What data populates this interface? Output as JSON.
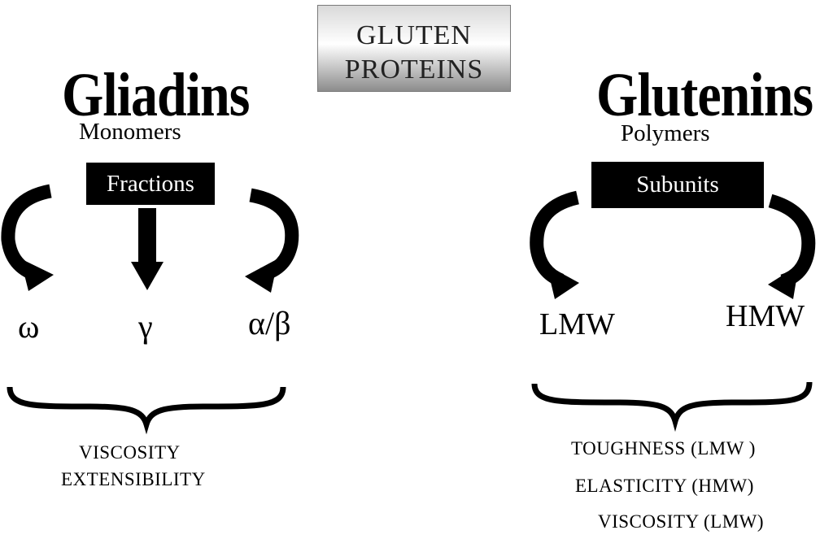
{
  "title": {
    "line1": "GLUTEN",
    "line2": "PROTEINS"
  },
  "left": {
    "heading": "Gliadins",
    "subheading": "Monomers",
    "box_label": "Fractions",
    "fractions": [
      "ω",
      "γ",
      "α/β"
    ],
    "properties": [
      "VISCOSITY",
      "EXTENSIBILITY"
    ]
  },
  "right": {
    "heading": "Glutenins",
    "subheading": "Polymers",
    "box_label": "Subunits",
    "subunits": [
      "LMW",
      "HMW"
    ],
    "properties": [
      "TOUGHNESS (LMW )",
      "ELASTICITY (HMW)",
      "VISCOSITY (LMW)"
    ]
  },
  "colors": {
    "ink": "#000000",
    "box_fill": "#000000",
    "box_text": "#ffffff",
    "title_gradient_light": "#ffffff",
    "title_gradient_dark": "#8c8c8c"
  }
}
